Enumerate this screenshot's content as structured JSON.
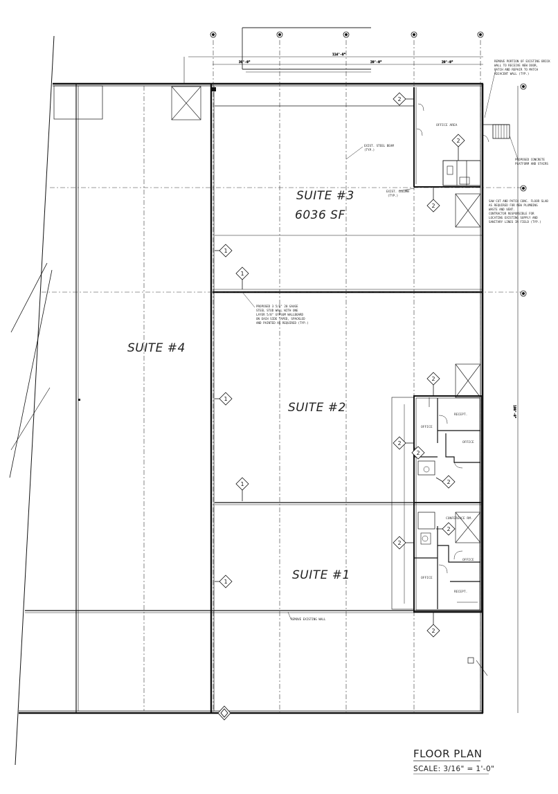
{
  "suites": {
    "suite3_name": "SUITE #3",
    "suite3_area": "6036 SF",
    "suite4_name": "SUITE #4",
    "suite2_name": "SUITE #2",
    "suite1_name": "SUITE #1"
  },
  "rooms": {
    "office_area": "OFFICE AREA",
    "office": "OFFICE",
    "recept": "RECEPT.",
    "conference": "CONFERENCE RM."
  },
  "notes": {
    "wall_note": [
      "PROPOSED 3 5/8\" 20 GAUGE",
      "STEEL STUD WALL WITH ONE",
      "LAYER 5/8\" GYPSUM WALLBOARD",
      "ON EACH SIDE TAPED, SPACKLED",
      "AND PAINTED AS REQUIRED (TYP.)"
    ],
    "steel_beam": [
      "EXIST. STEEL BEAM",
      "(TYP.)"
    ],
    "steel_column": [
      "EXIST. COLUMN",
      "(TYP.)"
    ],
    "remove_wall": "REMOVE EXISTING WALL",
    "concrete_note": [
      "PROPOSED CONCRETE",
      "PLATFORM AND STAIRS"
    ],
    "top_right_note": [
      "REMOVE PORTION OF EXISTING BRICK",
      "WALL TO RECEIVE NEW DOOR,",
      "PATCH AND REPAIR TO MATCH",
      "ADJACENT WALL (TYP.)"
    ],
    "right_note": [
      "SAW CUT AND PATCH CONC. FLOOR SLAB",
      "AS REQUIRED FOR NEW PLUMBING",
      "WASTE AND VENT.",
      "CONTRACTOR RESPONSIBLE FOR",
      "LOCATING EXISTING SUPPLY AND",
      "SANITARY LINES IN FIELD (TYP.)"
    ]
  },
  "tags": {
    "t1": "1",
    "t2": "2"
  },
  "title": {
    "name": "FLOOR PLAN",
    "scale": "SCALE: 3/16\" = 1'-0\""
  }
}
